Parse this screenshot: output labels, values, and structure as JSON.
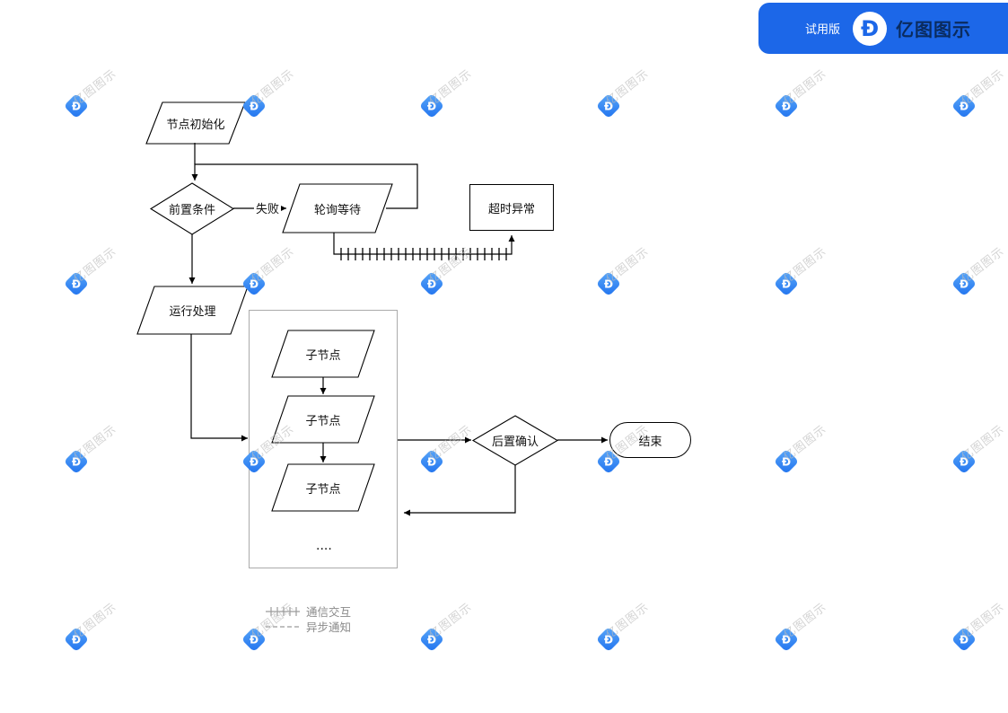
{
  "badge": {
    "trial": "试用版",
    "brand": "亿图图示",
    "logo_glyph": "Ð"
  },
  "watermark": {
    "text": "亿图图示",
    "logo_glyph": "Ð"
  },
  "flow": {
    "node_init": "节点初始化",
    "precondition": "前置条件",
    "fail_label": "失败",
    "poll_wait": "轮询等待",
    "timeout_exception": "超时异常",
    "run_process": "运行处理",
    "child_node_1": "子节点",
    "child_node_2": "子节点",
    "child_node_3": "子节点",
    "ellipsis": "....",
    "post_confirm": "后置确认",
    "end": "结束"
  },
  "legend": {
    "comm": "通信交互",
    "async": "异步通知"
  }
}
